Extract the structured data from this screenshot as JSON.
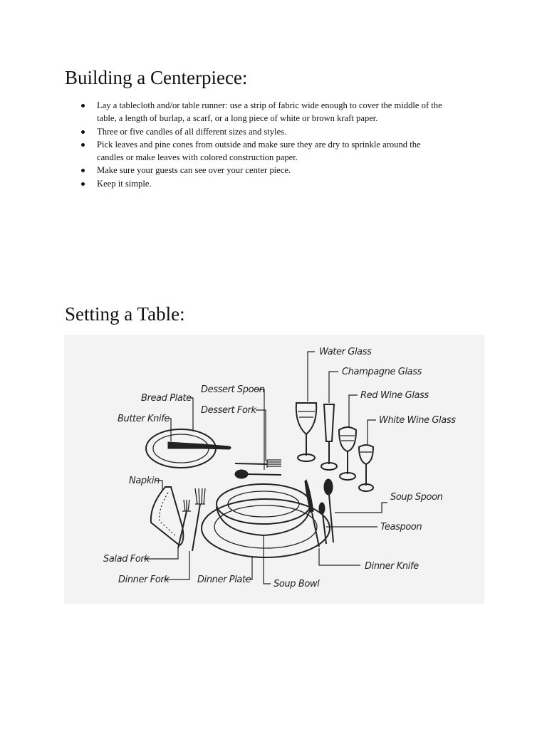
{
  "centerpiece": {
    "title": "Building a Centerpiece:",
    "items": [
      {
        "line1": "Lay a tablecloth and/or table runner:  use a strip of fabric wide enough to cover the middle of the",
        "line2": "table, a length of burlap, a scarf, or a long piece of white or brown kraft paper."
      },
      {
        "line1": "Three or five candles of all different sizes and styles.",
        "line2": ""
      },
      {
        "line1": "Pick leaves and pine cones from outside and make sure they are dry to sprinkle around the",
        "line2": "candles or make leaves with colored construction paper."
      },
      {
        "line1": "Make sure your guests can see over your center piece.",
        "line2": ""
      },
      {
        "line1": "Keep it simple.",
        "line2": ""
      }
    ]
  },
  "table_setting": {
    "title": "Setting a Table:",
    "labels": {
      "water_glass": "Water Glass",
      "champagne_glass": "Champagne Glass",
      "red_wine_glass": "Red Wine Glass",
      "white_wine_glass": "White Wine Glass",
      "dessert_spoon": "Dessert Spoon",
      "dessert_fork": "Dessert Fork",
      "bread_plate": "Bread Plate",
      "butter_knife": "Butter Knife",
      "napkin": "Napkin",
      "soup_spoon": "Soup Spoon",
      "teaspoon": "Teaspoon",
      "dinner_knife": "Dinner Knife",
      "salad_fork": "Salad Fork",
      "dinner_fork": "Dinner Fork",
      "dinner_plate": "Dinner Plate",
      "soup_bowl": "Soup Bowl"
    }
  }
}
